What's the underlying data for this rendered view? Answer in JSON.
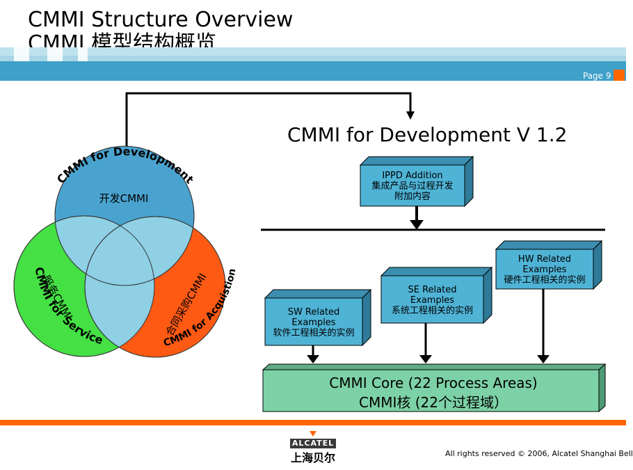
{
  "title": {
    "line1": "CMMI Structure Overview",
    "line2": "CMMI 模型结构概览"
  },
  "page_label": "Page 9",
  "venn": {
    "development_arc": "CMMI for Development",
    "service_arc": "CMMI for Service",
    "acquisition_arc": "CMMI for Acquistion",
    "development_inner": "开发CMMI",
    "service_inner": "服务CMMI",
    "acquisition_inner": "合同采购CMMI",
    "colors": {
      "development": "#4aa3cf",
      "service": "#44e044",
      "acquisition": "#ff5a14",
      "overlap": "#8fd0e4"
    }
  },
  "dev_title": "CMMI for Development V 1.2",
  "boxes": {
    "ippd": {
      "line1": "IPPD Addition",
      "line2": "集成产品与过程开发",
      "line3": "附加内容"
    },
    "sw": {
      "line1": "SW Related",
      "line2": "Examples",
      "line3": "软件工程相关的实例"
    },
    "se": {
      "line1": "SE Related",
      "line2": "Examples",
      "line3": "系统工程相关的实例"
    },
    "hw": {
      "line1": "HW Related",
      "line2": "Examples",
      "line3": "硬件工程相关的实例"
    },
    "box_color": "#4fb3d6"
  },
  "core": {
    "line1": "CMMI Core (22 Process Areas)",
    "line2": "CMMI核 (22个过程域）",
    "color": "#7dd1a6"
  },
  "footer": {
    "logo": "ALCATEL",
    "logo_cn": "上海贝尔",
    "copyright": "All rights reserved © 2006, Alcatel Shanghai Bell",
    "accent": "#ff6600"
  }
}
